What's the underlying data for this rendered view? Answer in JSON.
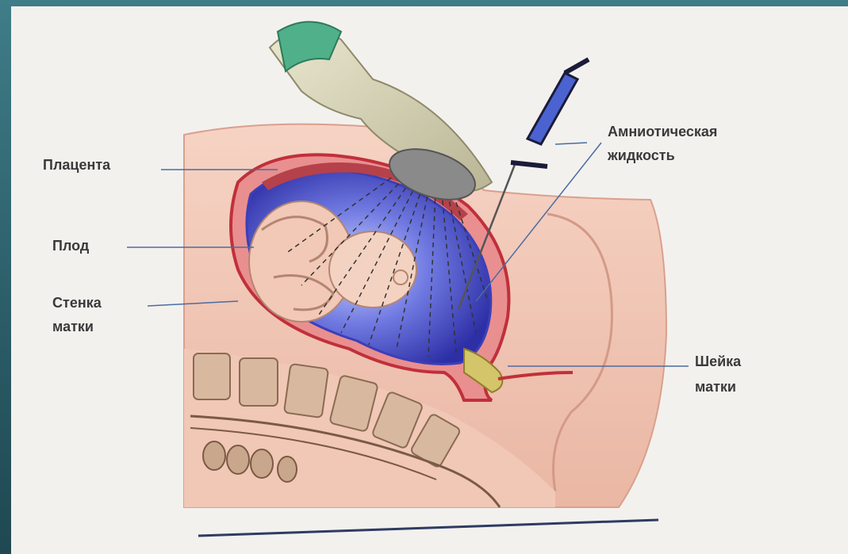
{
  "labels": {
    "placenta": "Плацента",
    "fetus": "Плод",
    "uterine_wall_line1": "Стенка",
    "uterine_wall_line2": "матки",
    "amniotic_line1": "Амниотическая",
    "amniotic_line2": "жидкость",
    "cervix_line1": "Шейка",
    "cervix_line2": "матки"
  }
}
